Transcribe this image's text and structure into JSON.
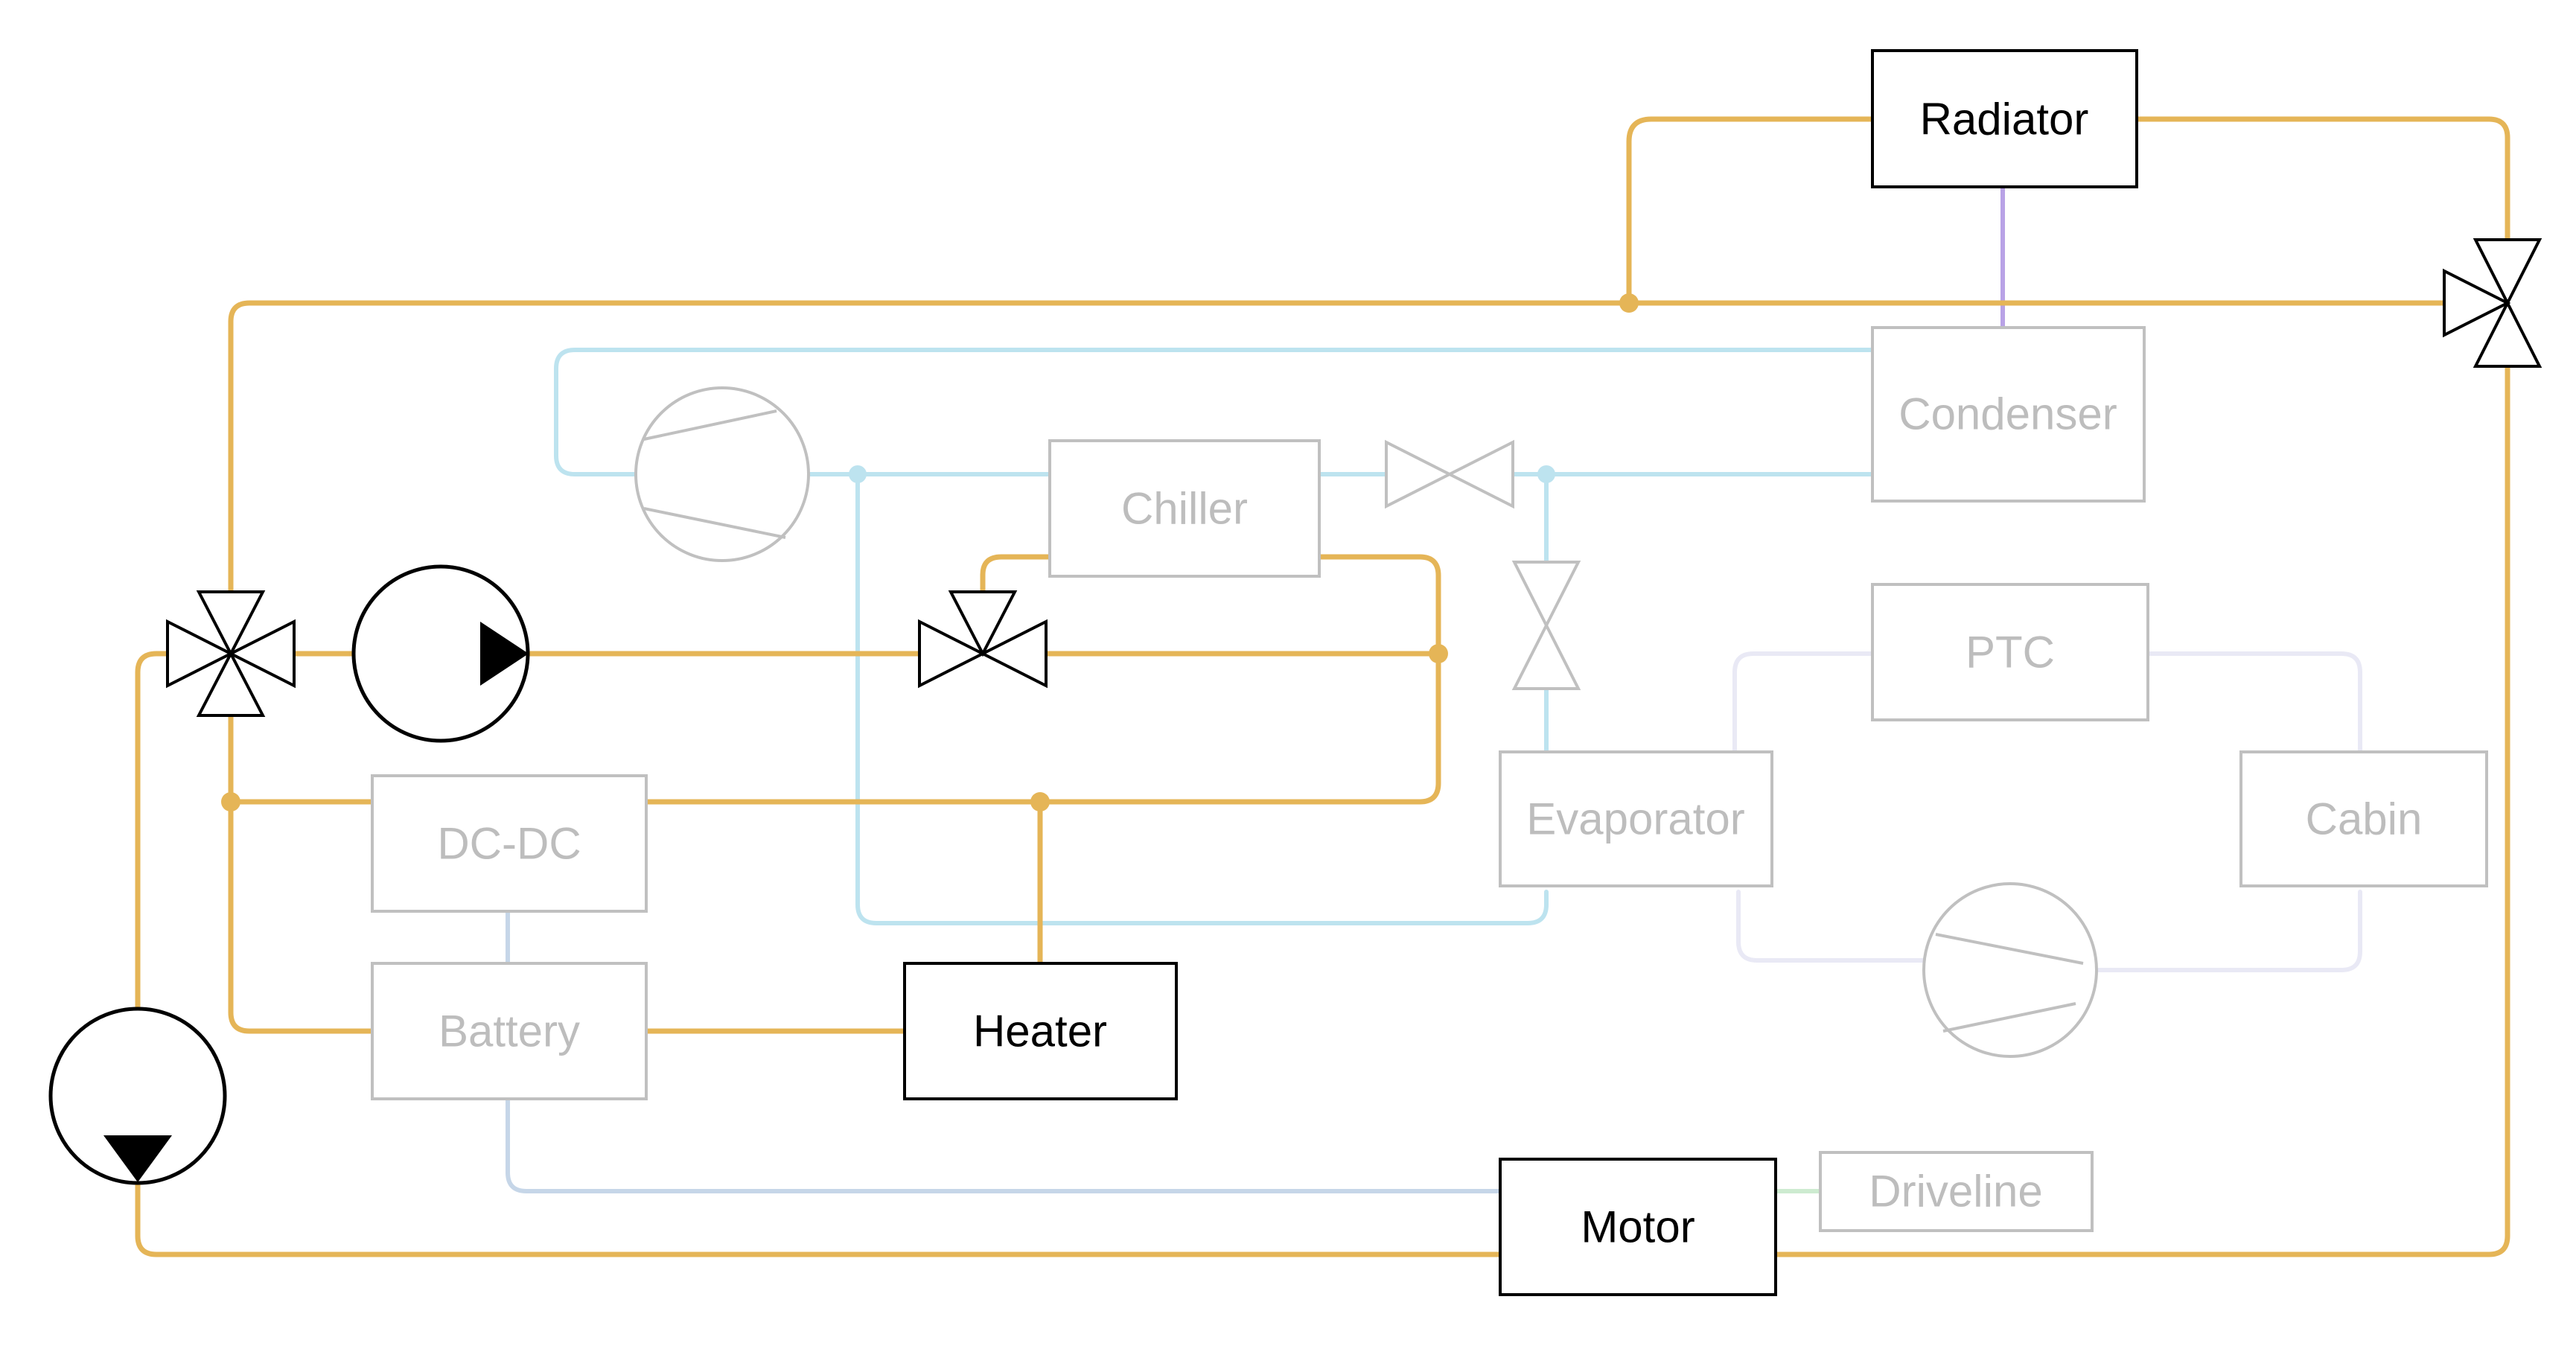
{
  "colors": {
    "coolant": "#E5B557",
    "refrigerant": "#BDE3EF",
    "cabin_air": "#E9E9F5",
    "motor_line": "#C6D6E8",
    "condenser_link": "#B9A3E6",
    "driveline_link": "#CDEBD0",
    "active_border": "#000000",
    "inactive_border": "#C0C0C0",
    "active_text": "#000000",
    "inactive_text": "#BDBDBD"
  },
  "components": {
    "radiator": "Radiator",
    "condenser": "Condenser",
    "chiller": "Chiller",
    "ptc": "PTC",
    "evaporator": "Evaporator",
    "cabin": "Cabin",
    "dcdc": "DC-DC",
    "battery": "Battery",
    "heater": "Heater",
    "motor": "Motor",
    "driveline": "Driveline"
  },
  "icons": {
    "pump": "pump-icon",
    "compressor": "compressor-icon",
    "three_way_valve": "three-way-valve-icon",
    "four_way_valve": "four-way-valve-icon",
    "expansion_valve": "expansion-valve-icon",
    "junction": "junction-dot-icon"
  }
}
